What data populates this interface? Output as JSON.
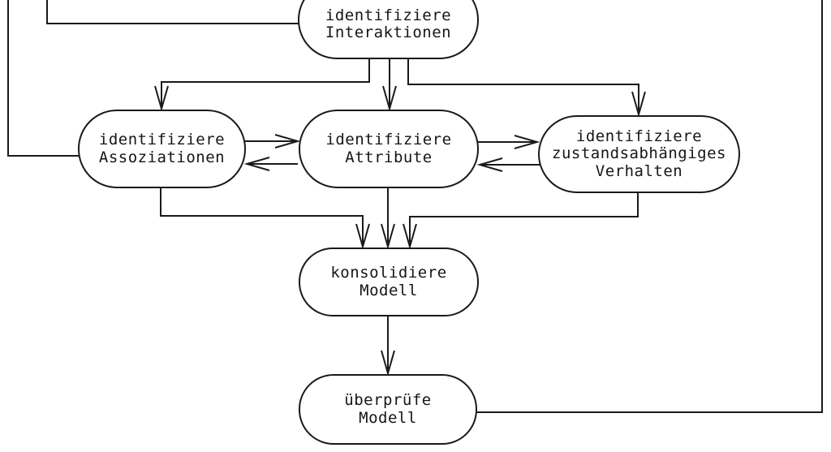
{
  "diagram": {
    "background_color": "#ffffff",
    "line_color": "#1a1a1a",
    "nodes": {
      "interaktionen": {
        "label": "identifiziere\nInteraktionen"
      },
      "assoziationen": {
        "label": "identifiziere\nAssoziationen"
      },
      "attribute": {
        "label": "identifiziere\nAttribute"
      },
      "verhalten": {
        "label": "identifiziere\nzustandsabhängiges\nVerhalten"
      },
      "konsolidiere": {
        "label": "konsolidiere\nModell"
      },
      "ueberpruefe": {
        "label": "überprüfe\nModell"
      }
    },
    "edges": [
      {
        "from": "identifiziere Interaktionen",
        "to": "identifiziere Assoziationen",
        "arrow": "single"
      },
      {
        "from": "identifiziere Interaktionen",
        "to": "identifiziere Attribute",
        "arrow": "single"
      },
      {
        "from": "identifiziere Interaktionen",
        "to": "identifiziere zustandsabhängiges Verhalten",
        "arrow": "single"
      },
      {
        "from": "identifiziere Assoziationen",
        "to": "identifiziere Attribute",
        "arrow": "both"
      },
      {
        "from": "identifiziere Attribute",
        "to": "identifiziere zustandsabhängiges Verhalten",
        "arrow": "both"
      },
      {
        "from": "identifiziere Assoziationen",
        "to": "konsolidiere Modell",
        "arrow": "single"
      },
      {
        "from": "identifiziere Attribute",
        "to": "konsolidiere Modell",
        "arrow": "single"
      },
      {
        "from": "identifiziere zustandsabhängiges Verhalten",
        "to": "konsolidiere Modell",
        "arrow": "single"
      },
      {
        "from": "konsolidiere Modell",
        "to": "überprüfe Modell",
        "arrow": "single"
      },
      {
        "from": "überprüfe Modell",
        "to": "feedback line exiting top right (cut off)",
        "arrow": "none-visible"
      },
      {
        "from": "feedback line from top left (cut off)",
        "to": "identifiziere Assoziationen",
        "arrow": "none-visible"
      },
      {
        "from": "feedback line from top left (cut off)",
        "to": "identifiziere Interaktionen",
        "arrow": "none-visible"
      }
    ]
  }
}
